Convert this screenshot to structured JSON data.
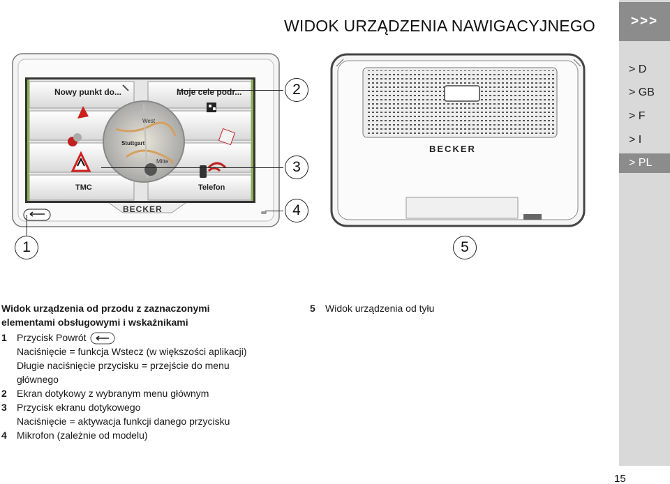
{
  "header": {
    "title": "WIDOK URZĄDZENIA NAWIGACYJNEGO",
    "nav_arrows": ">>>"
  },
  "sidebar": {
    "languages": [
      {
        "label": "> D",
        "active": false
      },
      {
        "label": "> GB",
        "active": false
      },
      {
        "label": "> F",
        "active": false
      },
      {
        "label": "> I",
        "active": false
      },
      {
        "label": "> PL",
        "active": true
      }
    ]
  },
  "device_front": {
    "brand": "BECKER",
    "tiles": {
      "new_destination": "Nowy punkt do...",
      "my_destinations": "Moje cele podr...",
      "tmc": "TMC",
      "phone": "Telefon"
    },
    "map": {
      "west": "West",
      "city": "Stuttgart",
      "mitte": "Mitte"
    }
  },
  "device_back": {
    "brand": "BECKER"
  },
  "callouts": [
    "1",
    "2",
    "3",
    "4",
    "5"
  ],
  "description": {
    "heading_line1": "Widok urządzenia od przodu z zaznaczonymi",
    "heading_line2": "elementami obsługowymi i wskaźnikami",
    "items": [
      {
        "num": "1",
        "text": "Przycisk Powrót"
      },
      {
        "num": "",
        "text": "Naciśnięcie = funkcja Wstecz (w większości aplikacji)"
      },
      {
        "num": "",
        "text": "Długie naciśnięcie przycisku = przejście do menu"
      },
      {
        "num": "",
        "text": "głównego"
      },
      {
        "num": "2",
        "text": "Ekran dotykowy z wybranym menu głównym"
      },
      {
        "num": "3",
        "text": "Przycisk ekranu dotykowego"
      },
      {
        "num": "",
        "text": "Naciśnięcie = aktywacja funkcji danego przycisku"
      },
      {
        "num": "4",
        "text": "Mikrofon (zależnie od modelu)"
      }
    ],
    "back_item": {
      "num": "5",
      "text": "Widok urządzenia od tyłu"
    }
  },
  "page_number": "15",
  "colors": {
    "sidebar": "#d9d9d9",
    "sidebar_active": "#8c8c8c",
    "tmc_red": "#d02020"
  }
}
